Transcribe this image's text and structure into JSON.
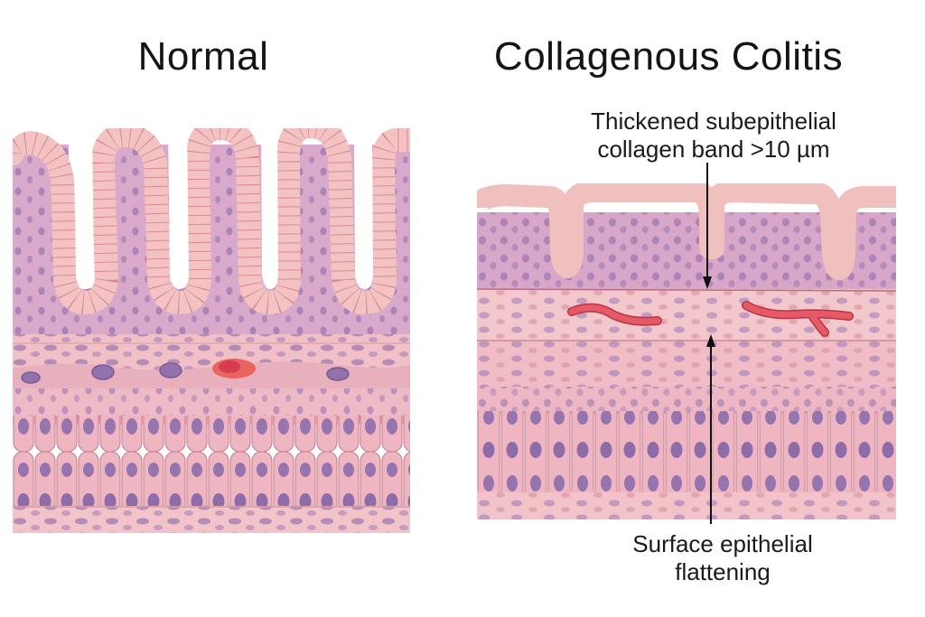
{
  "panels": {
    "normal": {
      "title": "Normal",
      "crypt_count": 4,
      "features": [
        "tall-crypts",
        "columnar-epithelium",
        "lamina-propria",
        "muscularis-mucosae",
        "submucosa-vessel"
      ]
    },
    "collagenous_colitis": {
      "title": "Collagenous Colitis",
      "features": [
        "flattened-surface-epithelium",
        "thickened-collagen-band",
        "blood-vessels",
        "submucosa"
      ]
    }
  },
  "annotations": {
    "collagen_band": {
      "line1": "Thickened subepithelial",
      "line2": "collagen band >10 µm"
    },
    "epithelial_flattening": {
      "line1": "Surface epithelial",
      "line2": "flattening"
    }
  },
  "colors": {
    "epithelium": "#f4c4c2",
    "epithelium_outline": "#c8686e",
    "lamina_propria": "#d8a6c8",
    "nucleus": "#9a76b0",
    "stroma": "#f1c0c6",
    "collagen_band": "#f6d0cf",
    "vessel": "#dc4e5c",
    "arrow": "#111111"
  }
}
